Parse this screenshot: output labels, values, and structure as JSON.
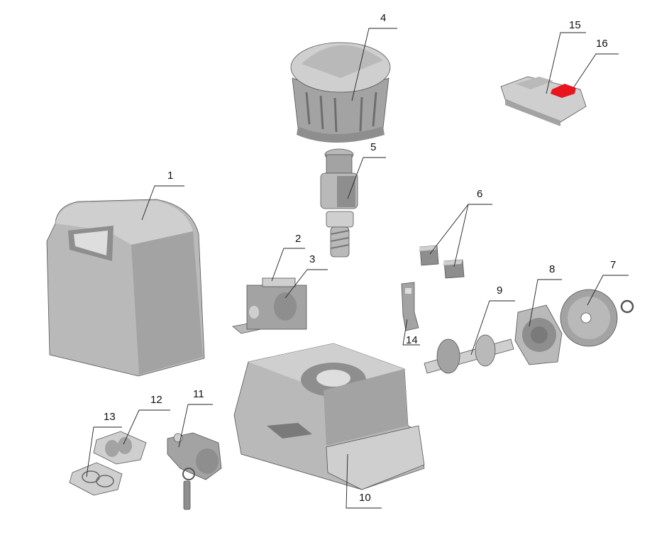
{
  "diagram": {
    "background": "#ffffff",
    "part_gray": "#b5b5b5",
    "highlight_color": "#e8141e",
    "callouts": [
      {
        "id": "1",
        "text": "1"
      },
      {
        "id": "2",
        "text": "2"
      },
      {
        "id": "3",
        "text": "3"
      },
      {
        "id": "4",
        "text": "4"
      },
      {
        "id": "5",
        "text": "5"
      },
      {
        "id": "6",
        "text": "6"
      },
      {
        "id": "7",
        "text": "7"
      },
      {
        "id": "8",
        "text": "8"
      },
      {
        "id": "9",
        "text": "9"
      },
      {
        "id": "10",
        "text": "10"
      },
      {
        "id": "11",
        "text": "11"
      },
      {
        "id": "12",
        "text": "12"
      },
      {
        "id": "13",
        "text": "13"
      },
      {
        "id": "14",
        "text": "14"
      },
      {
        "id": "15",
        "text": "15"
      },
      {
        "id": "16",
        "text": "16"
      }
    ]
  }
}
